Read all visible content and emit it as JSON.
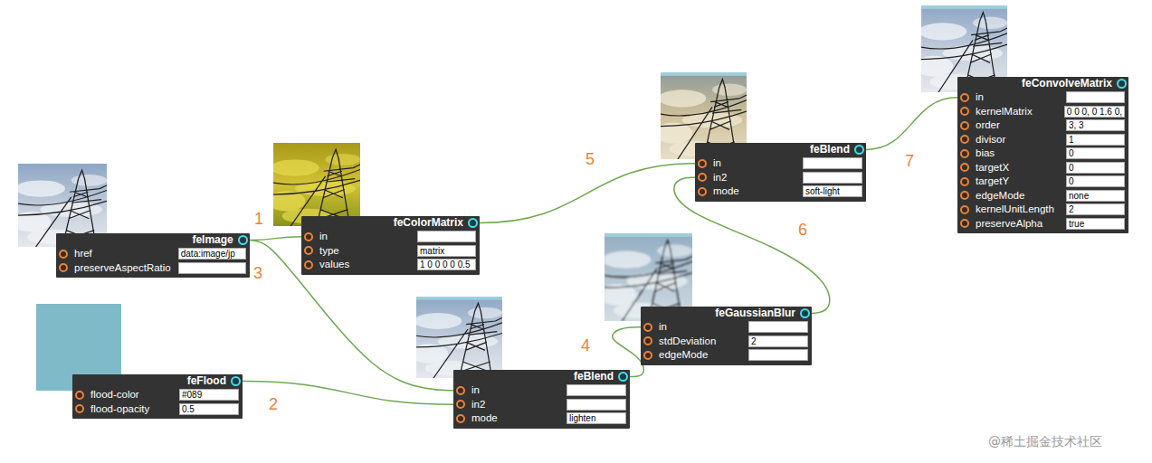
{
  "diagram": {
    "nodes": [
      {
        "text": [
          "feImage",
          "href",
          "data:image/jp",
          "preserveAspectRatio"
        ]
      },
      {
        "text": [
          "feFlood",
          "flood-color",
          "#089",
          "flood-opacity",
          "0.5"
        ]
      },
      {
        "text": [
          "feColorMatrix",
          "in",
          "type",
          "matrix",
          "values",
          "1 0 0 0 0 0.5"
        ]
      },
      {
        "text": [
          "feBlend",
          "in",
          "in2",
          "mode",
          "lighten"
        ]
      },
      {
        "text": [
          "feGaussianBlur",
          "in",
          "stdDeviation",
          "2",
          "edgeMode"
        ]
      },
      {
        "text": [
          "feBlend",
          "in",
          "in2",
          "mode",
          "soft-light"
        ]
      },
      {
        "text": [
          "feConvolveMatrix",
          "in",
          "kernelMatrix",
          "0 0 0, 0 1.6 0,",
          "order",
          "3, 3",
          "divisor",
          "1",
          "bias",
          "0",
          "targetX",
          "0",
          "targetY",
          "0",
          "edgeMode",
          "none",
          "kernelUnitLength",
          "2",
          "preserveAlpha",
          "true"
        ]
      }
    ],
    "edges": [
      {
        "from": 0,
        "to": 2,
        "arrow": "none",
        "label": "1"
      },
      {
        "from": 1,
        "to": 3,
        "arrow": "none",
        "label": "2"
      },
      {
        "from": 0,
        "to": 3,
        "arrow": "none",
        "label": "3"
      },
      {
        "from": 3,
        "to": 4,
        "arrow": "none",
        "label": "4"
      },
      {
        "from": 2,
        "to": 5,
        "arrow": "none",
        "label": "5"
      },
      {
        "from": 4,
        "to": 5,
        "arrow": "none",
        "label": "6"
      },
      {
        "from": 5,
        "to": 6,
        "arrow": "none",
        "label": "7"
      }
    ],
    "labels": [
      "@稀土掘金技术社区"
    ]
  }
}
